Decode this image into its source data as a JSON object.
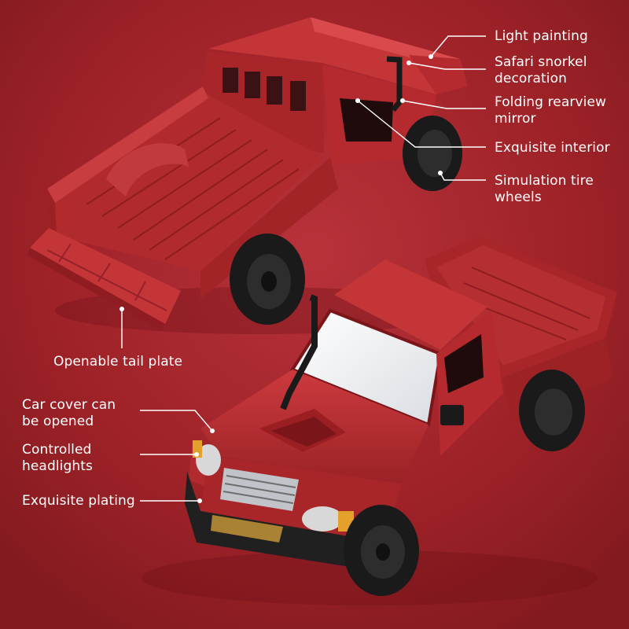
{
  "colors": {
    "background": "#9e2228",
    "body_red": "#b52a2e",
    "body_shadow": "#7a1519",
    "tire": "#1a1a1a",
    "label_text": "#ffffff",
    "headlight_amber": "#e3a12b"
  },
  "labels": {
    "light_painting": "Light painting",
    "snorkel_1": "Safari snorkel",
    "snorkel_2": "decoration",
    "mirror_1": "Folding rearview",
    "mirror_2": "mirror",
    "interior": "Exquisite interior",
    "tire_1": "Simulation tire",
    "tire_2": "wheels",
    "tail_plate": "Openable tail plate",
    "cover_1": "Car cover can",
    "cover_2": "be opened",
    "headlights_1": "Controlled",
    "headlights_2": "headlights",
    "plating": "Exquisite plating"
  }
}
